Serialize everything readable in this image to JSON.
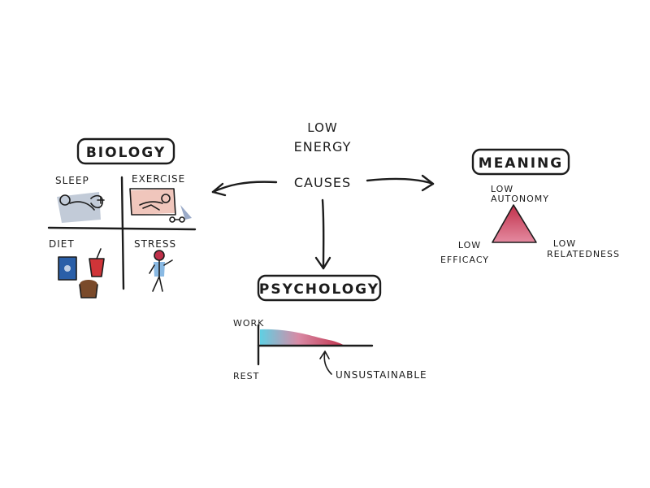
{
  "center": {
    "title_line1": "LOW",
    "title_line2": "ENERGY",
    "causes": "CAUSES"
  },
  "biology": {
    "title": "BIOLOGY",
    "quadrants": {
      "sleep": "SLEEP",
      "exercise": "EXERCISE",
      "diet": "DIET",
      "stress": "STRESS"
    }
  },
  "meaning": {
    "title": "MEANING",
    "autonomy_line1": "LOW",
    "autonomy_line2": "AUTONOMY",
    "efficacy_line1": "LOW",
    "efficacy_line2": "EFFICACY",
    "relatedness_line1": "LOW",
    "relatedness_line2": "RELATEDNESS"
  },
  "psychology": {
    "title": "PSYCHOLOGY",
    "y_top_label": "WORK",
    "y_bottom_label": "REST",
    "annotation": "UNSUSTAINABLE"
  },
  "colors": {
    "ink": "#1c1c1c",
    "cyan": "#5fd0e3",
    "crimson": "#c0304a",
    "pink": "#e48aa0",
    "blue_pack": "#2a5fa8",
    "red_cup": "#d03438",
    "brown_cup": "#7a4a2a"
  }
}
